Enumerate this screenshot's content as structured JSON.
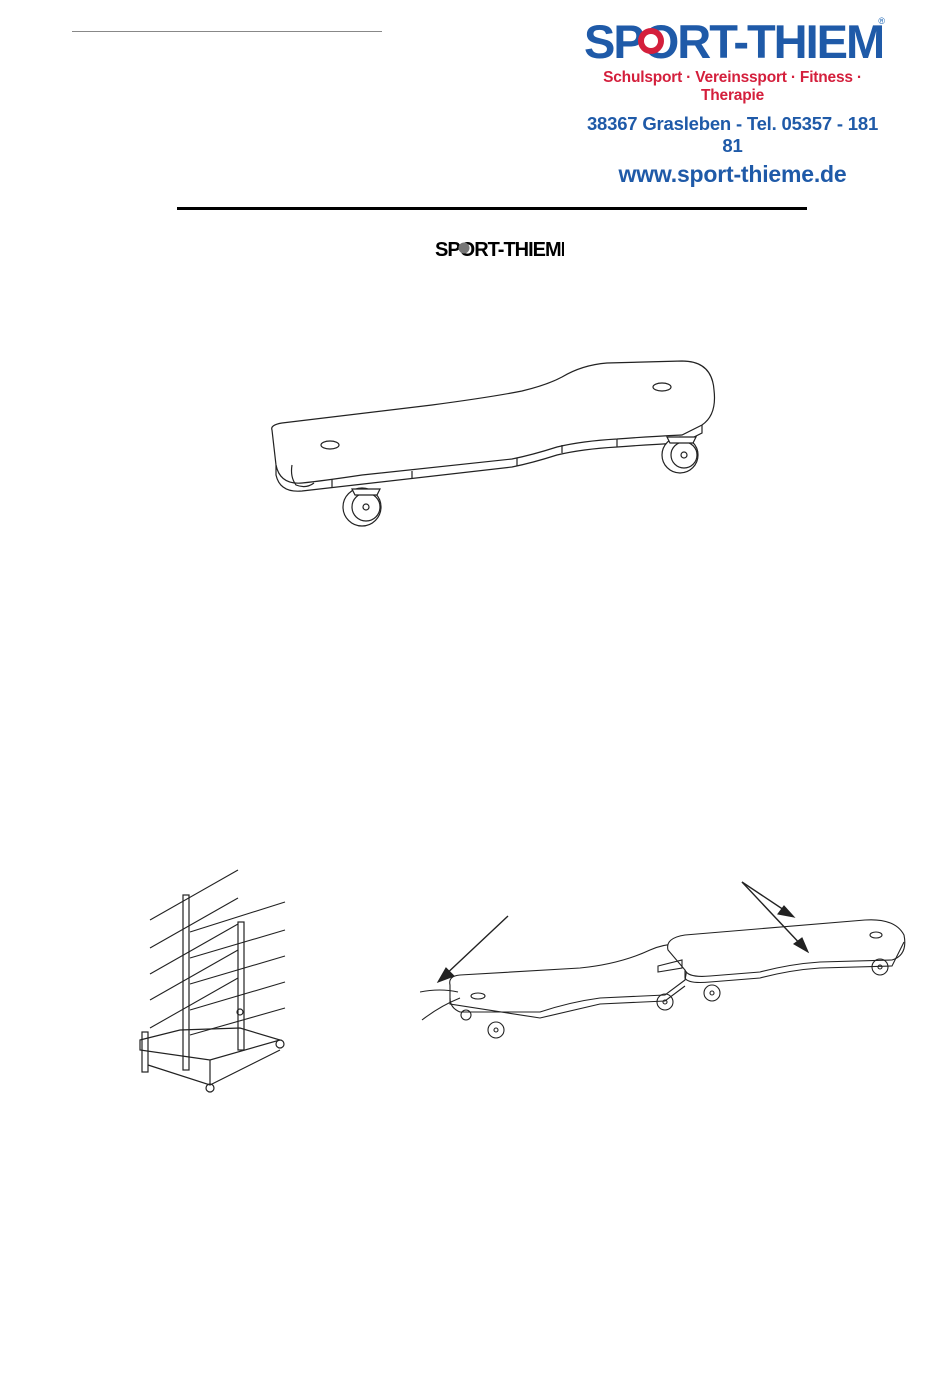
{
  "header": {
    "brand_name": "SPORT-THIEME",
    "registered_mark": "®",
    "tagline": "Schulsport · Vereinssport · Fitness · Therapie",
    "address": "38367 Grasleben - Tel. 05357 - 181 81",
    "website": "www.sport-thieme.de",
    "brand_color_blue": "#1f5aa8",
    "brand_color_red": "#d41f3c"
  },
  "title_logo": {
    "brand_name": "SPORT-THIEME"
  },
  "illustrations": {
    "main": "rollbrett-illustration",
    "storage": "storage-rack-illustration",
    "coupling": "coupled-boards-illustration"
  }
}
